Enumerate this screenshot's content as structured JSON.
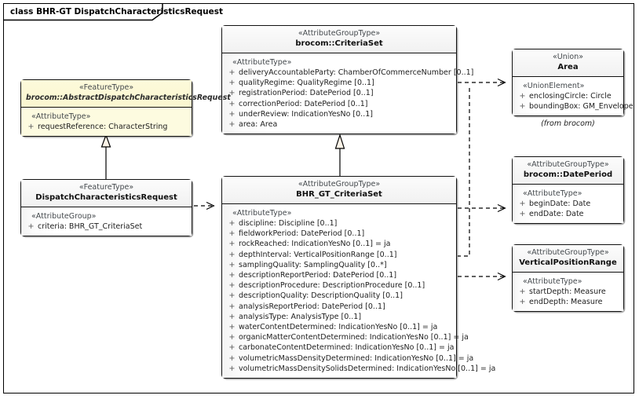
{
  "diagram": {
    "frame_label": "class BHR-GT DispatchCharacteristicsRequest"
  },
  "classes": {
    "criteria_set": {
      "stereotype": "«AttributeGroupType»",
      "name": "brocom::CriteriaSet",
      "group_stereotype": "«AttributeType»",
      "attributes": [
        {
          "vis": "+",
          "text": "deliveryAccountableParty: ChamberOfCommerceNumber [0..1]"
        },
        {
          "vis": "+",
          "text": "qualityRegime: QualityRegime [0..1]"
        },
        {
          "vis": "+",
          "text": "registrationPeriod: DatePeriod [0..1]"
        },
        {
          "vis": "+",
          "text": "correctionPeriod: DatePeriod [0..1]"
        },
        {
          "vis": "+",
          "text": "underReview: IndicationYesNo [0..1]"
        },
        {
          "vis": "+",
          "text": "area: Area"
        }
      ]
    },
    "abstract_request": {
      "stereotype": "«FeatureType»",
      "name": "brocom::AbstractDispatchCharacteristicsRequest",
      "group_stereotype": "«AttributeType»",
      "attributes": [
        {
          "vis": "+",
          "text": "requestReference: CharacterString"
        }
      ]
    },
    "dispatch_request": {
      "stereotype": "«FeatureType»",
      "name": "DispatchCharacteristicsRequest",
      "group_stereotype": "«AttributeGroup»",
      "attributes": [
        {
          "vis": "+",
          "text": "criteria: BHR_GT_CriteriaSet"
        }
      ]
    },
    "bhr_gt_criteria_set": {
      "stereotype": "«AttributeGroupType»",
      "name": "BHR_GT_CriteriaSet",
      "group_stereotype": "«AttributeType»",
      "attributes": [
        {
          "vis": "+",
          "text": "discipline: Discipline [0..1]"
        },
        {
          "vis": "+",
          "text": "fieldworkPeriod: DatePeriod [0..1]"
        },
        {
          "vis": "+",
          "text": "rockReached: IndicationYesNo [0..1] = ja"
        },
        {
          "vis": "+",
          "text": "depthInterval: VerticalPositionRange [0..1]"
        },
        {
          "vis": "+",
          "text": "samplingQuality: SamplingQuality [0..*]"
        },
        {
          "vis": "+",
          "text": "descriptionReportPeriod: DatePeriod [0..1]"
        },
        {
          "vis": "+",
          "text": "descriptionProcedure: DescriptionProcedure [0..1]"
        },
        {
          "vis": "+",
          "text": "descriptionQuality: DescriptionQuality [0..1]"
        },
        {
          "vis": "+",
          "text": "analysisReportPeriod: DatePeriod [0..1]"
        },
        {
          "vis": "+",
          "text": "analysisType: AnalysisType [0..1]"
        },
        {
          "vis": "+",
          "text": "waterContentDetermined: IndicationYesNo [0..1] = ja"
        },
        {
          "vis": "+",
          "text": "organicMatterContentDetermined: IndicationYesNo [0..1] = ja"
        },
        {
          "vis": "+",
          "text": "carbonateContentDetermined: IndicationYesNo [0..1] = ja"
        },
        {
          "vis": "+",
          "text": "volumetricMassDensityDetermined: IndicationYesNo [0..1] = ja"
        },
        {
          "vis": "+",
          "text": "volumetricMassDensitySolidsDetermined: IndicationYesNo [0..1] = ja"
        }
      ]
    },
    "area": {
      "stereotype": "«Union»",
      "name": "Area",
      "group_stereotype": "«UnionElement»",
      "attributes": [
        {
          "vis": "+",
          "text": "enclosingCircle: Circle"
        },
        {
          "vis": "+",
          "text": "boundingBox: GM_Envelope"
        }
      ],
      "note": "(from brocom)"
    },
    "date_period": {
      "stereotype": "«AttributeGroupType»",
      "name": "brocom::DatePeriod",
      "group_stereotype": "«AttributeType»",
      "attributes": [
        {
          "vis": "+",
          "text": "beginDate: Date"
        },
        {
          "vis": "+",
          "text": "endDate: Date"
        }
      ]
    },
    "vertical_position_range": {
      "stereotype": "«AttributeGroupType»",
      "name": "VerticalPositionRange",
      "group_stereotype": "«AttributeType»",
      "attributes": [
        {
          "vis": "+",
          "text": "startDepth: Measure"
        },
        {
          "vis": "+",
          "text": "endDepth: Measure"
        }
      ]
    }
  },
  "colors": {
    "highlight_fill": "#fdfbe0",
    "box_fill": "#ffffff",
    "border": "#111111",
    "text": "#1d1d1d",
    "stereotype_text": "#44494d"
  }
}
